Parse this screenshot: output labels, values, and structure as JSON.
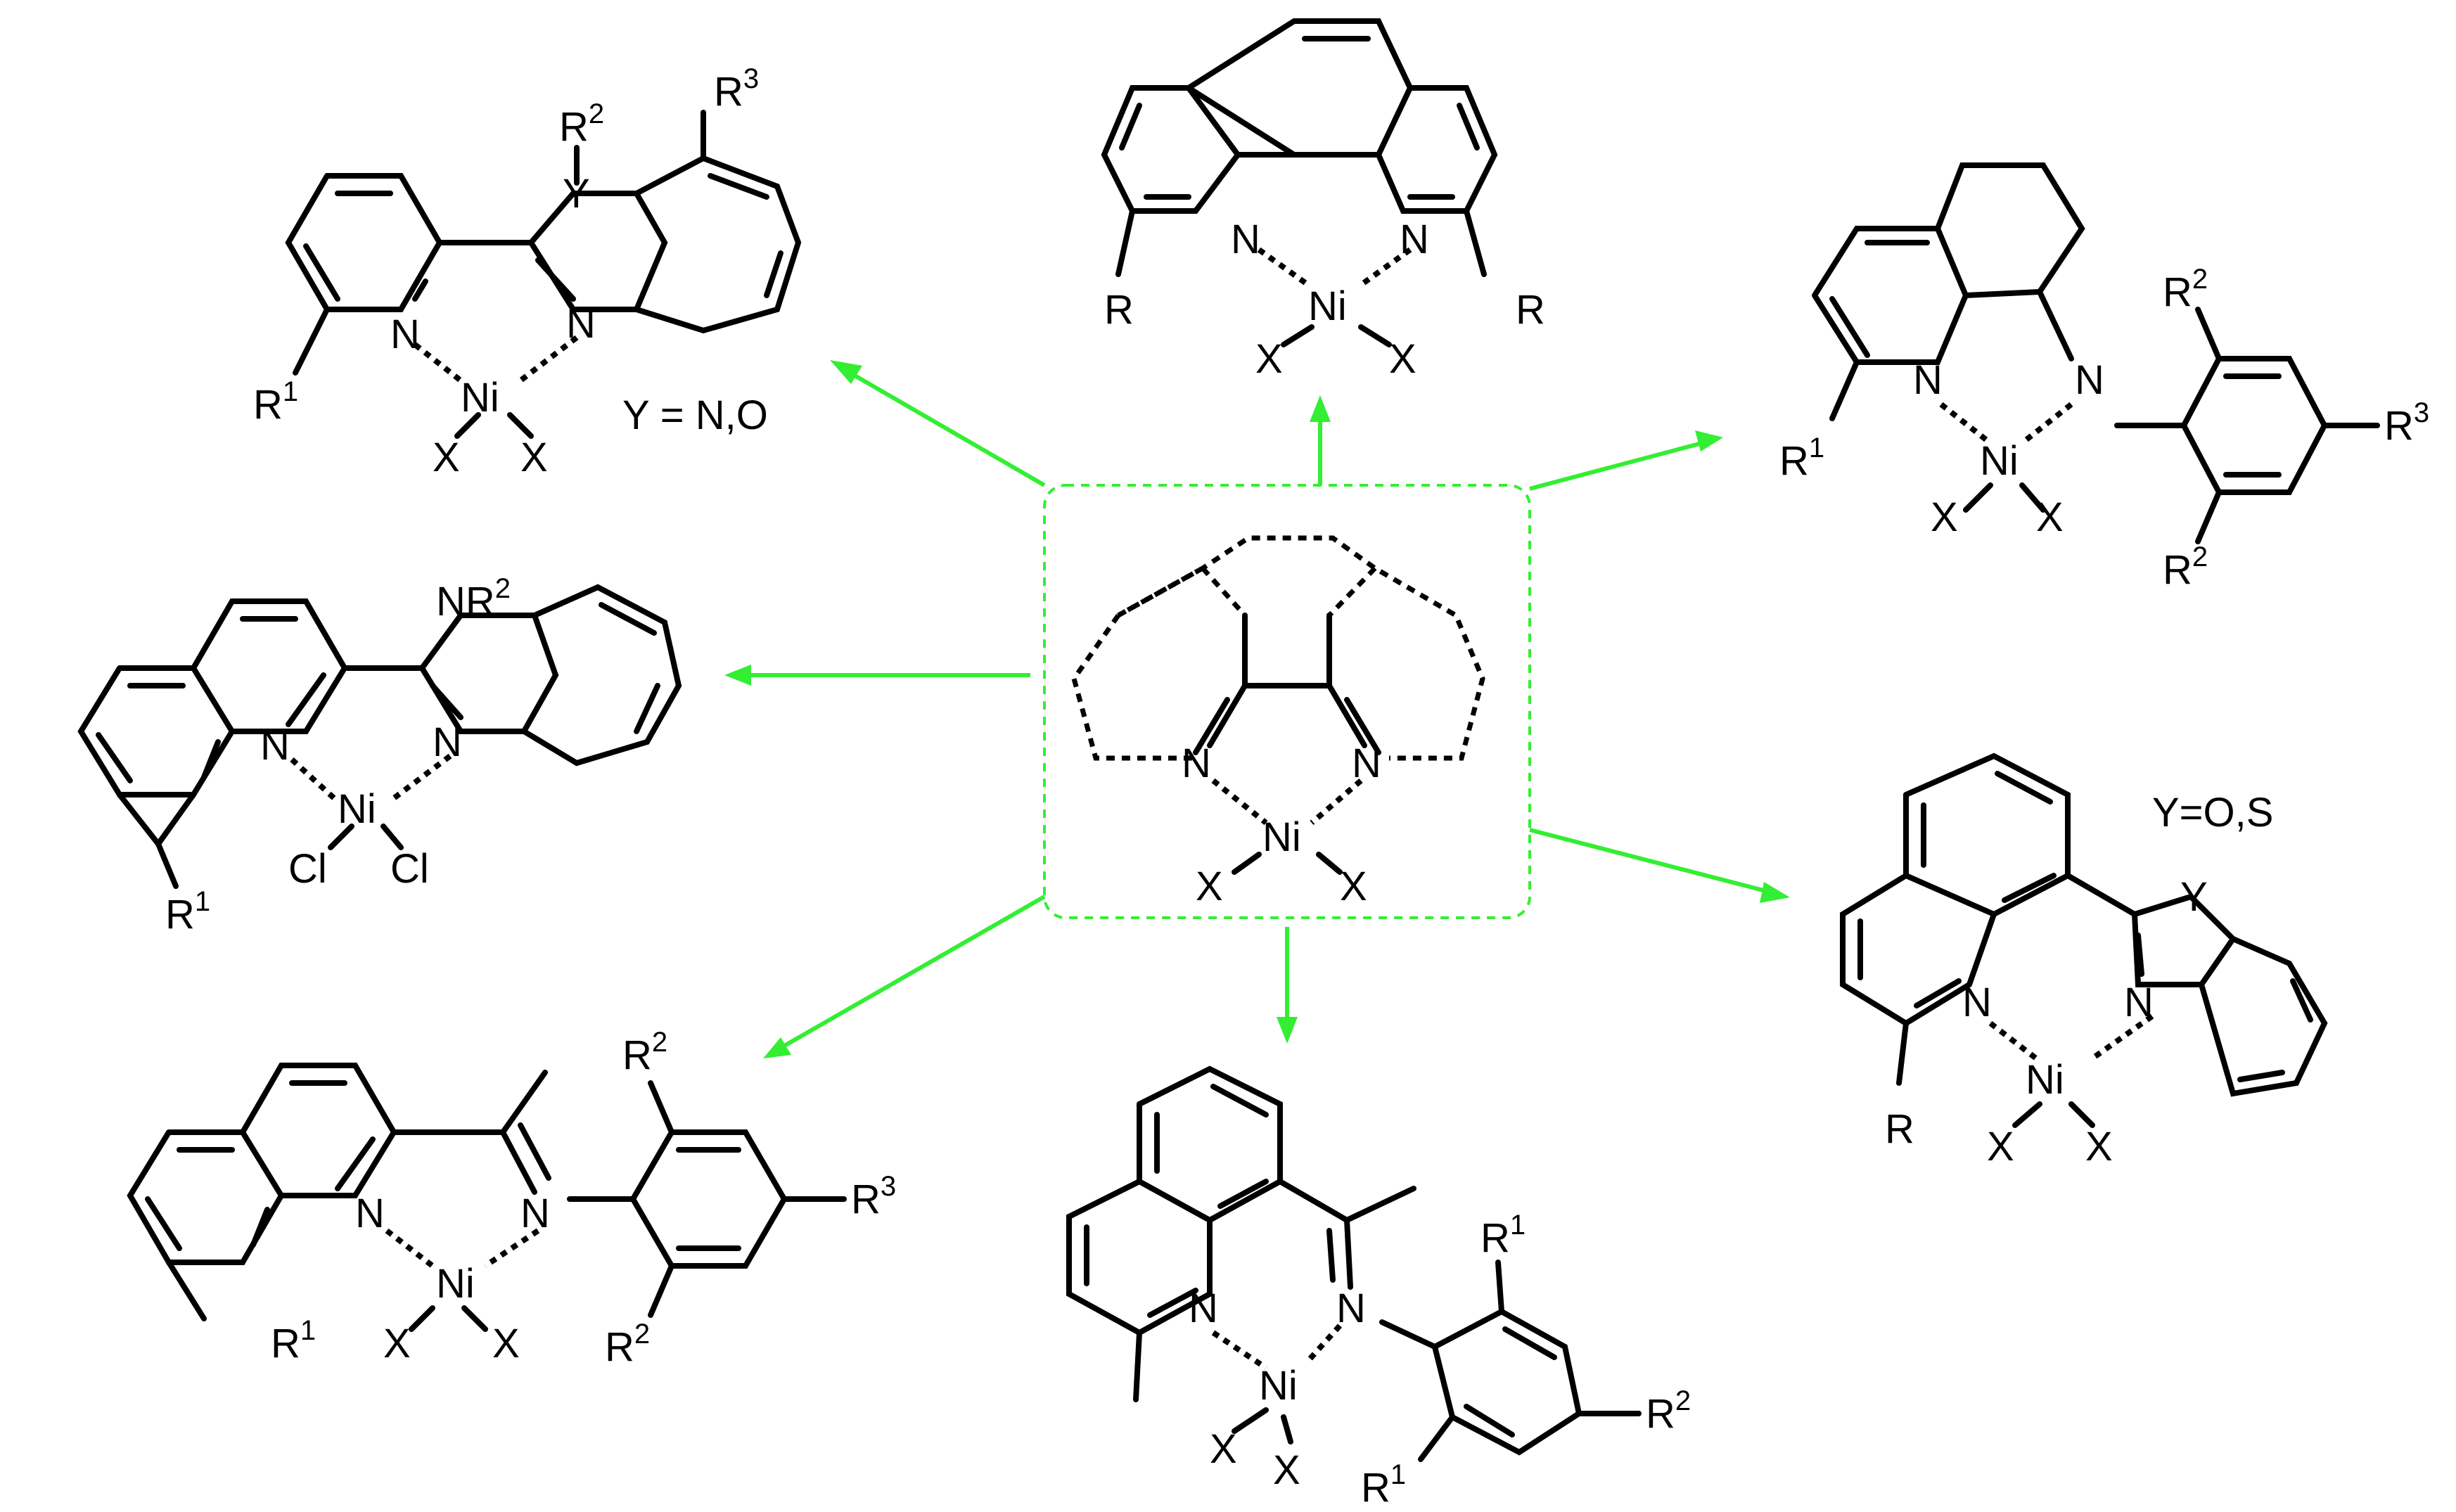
{
  "colors": {
    "arrow": "#33ee33",
    "bond": "#000000"
  },
  "atoms": {
    "n": "N",
    "ni": "Ni",
    "x": "X",
    "cl": "Cl",
    "y": "Y",
    "nr": "NR"
  },
  "groups": {
    "r": "R",
    "r1": "R",
    "r2": "R",
    "r3": "R"
  },
  "superscripts": {
    "one": "1",
    "two": "2",
    "three": "3"
  },
  "notes": {
    "y_n_o": "Y = N,O",
    "y_o_s": "Y=O,S"
  }
}
